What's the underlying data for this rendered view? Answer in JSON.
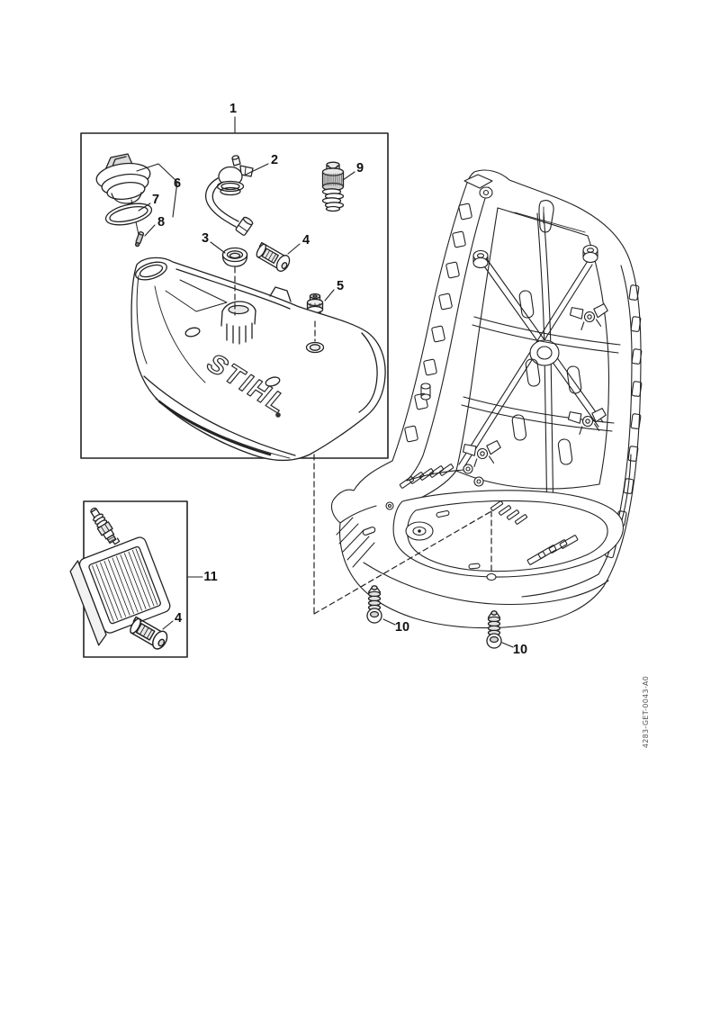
{
  "colors": {
    "line": "#222222",
    "shade_light": "#e8e8e8",
    "shade_mid": "#cfcfcf",
    "background": "#ffffff",
    "doc_code_text": "#555555"
  },
  "diagram": {
    "brand": "STIHL",
    "doc_code": "4283-GET-0043-A0",
    "callouts": [
      {
        "label": "1",
        "part": "tank-assembly-detail-box"
      },
      {
        "label": "2",
        "part": "vent-valve-with-hose"
      },
      {
        "label": "3",
        "part": "grommet"
      },
      {
        "label": "4",
        "part": "fuel-filter"
      },
      {
        "label": "5",
        "part": "valve"
      },
      {
        "label": "6",
        "part": "tank-cap"
      },
      {
        "label": "7",
        "part": "o-ring"
      },
      {
        "label": "8",
        "part": "retainer-pin"
      },
      {
        "label": "9",
        "part": "knurled-screw-with-spring"
      },
      {
        "label": "10",
        "part": "self-tapping-screw-left"
      },
      {
        "label": "10",
        "part": "self-tapping-screw-right"
      },
      {
        "label": "11",
        "part": "service-kit-detail-box"
      },
      {
        "label": "4",
        "part": "fuel-filter-in-kit"
      }
    ]
  }
}
